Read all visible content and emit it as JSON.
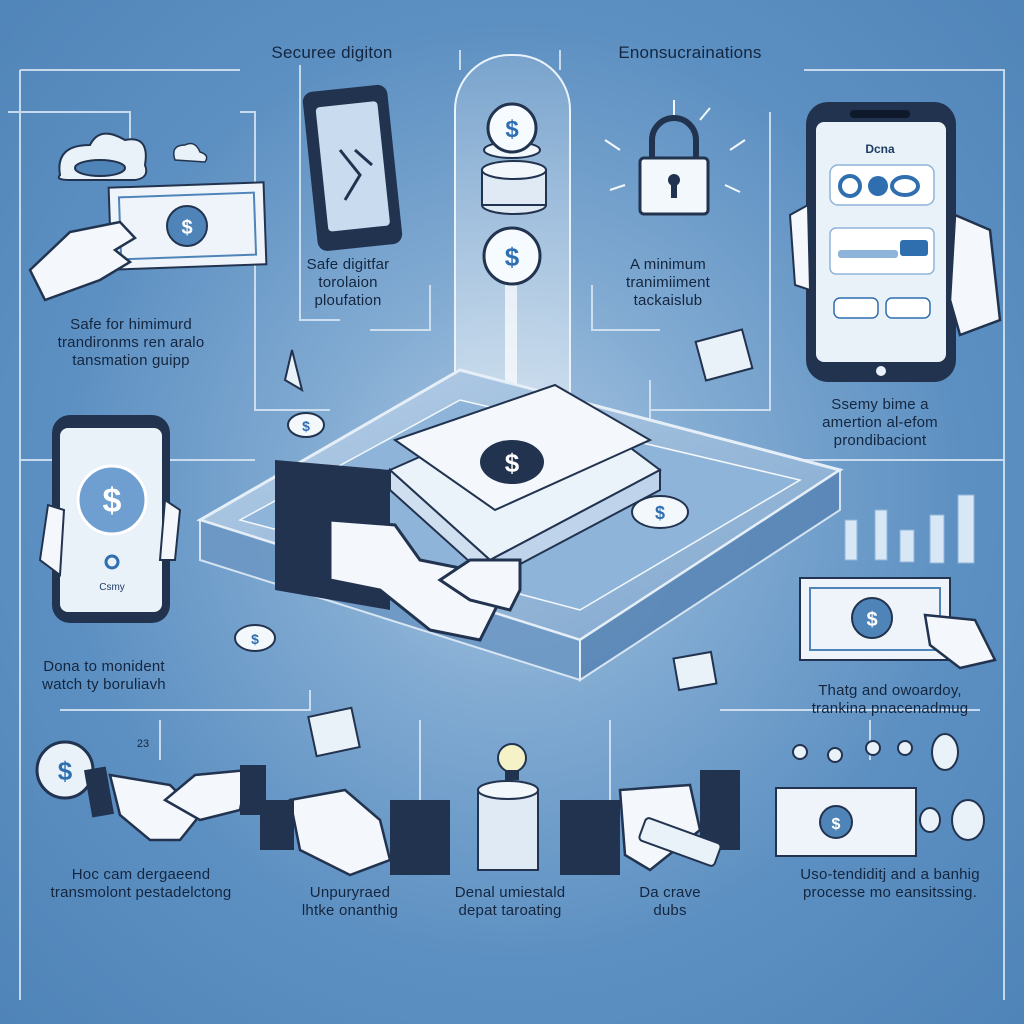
{
  "headers": {
    "top_left": "Securee digiton",
    "top_right": "Enonsucrainations"
  },
  "captions": {
    "left_upper": "Safe for himimurd\ntrandironms ren aralo\ntansmation guipp",
    "center_left": "Safe digitfar\ntorolaion\nploufation",
    "center_right": "A minimum\ntranimiiment\ntackaislub",
    "right_middle": "Ssemy bime a\namertion al-efom\nprondibaciont",
    "left_middle": "Dona to monident\nwatch ty boruliavh",
    "right_lower": "Thatg and owoardoy,\ntrankina pnacenadmug",
    "bottom_left": "Hoc cam dergaeend\ntransmolont pestadelctong",
    "bottom_center_left": "Unpuryraed\nlhtke onanthig",
    "bottom_center": "Denal umiestald\ndepat taroating",
    "bottom_center_right": "Da crave\ndubs",
    "bottom_right": "Uso-tendiditj and a banhig\nprocesse mo eansitssing."
  },
  "phone_right": {
    "title": "Dcna"
  },
  "phone_left": {
    "label": "Csmy"
  },
  "small_text": {
    "tag_23": "23"
  },
  "colors": {
    "background": "#5d90c2",
    "line": "#dbe8f5",
    "dark_navy": "#22334f",
    "light_panel": "#e9f1f9"
  }
}
